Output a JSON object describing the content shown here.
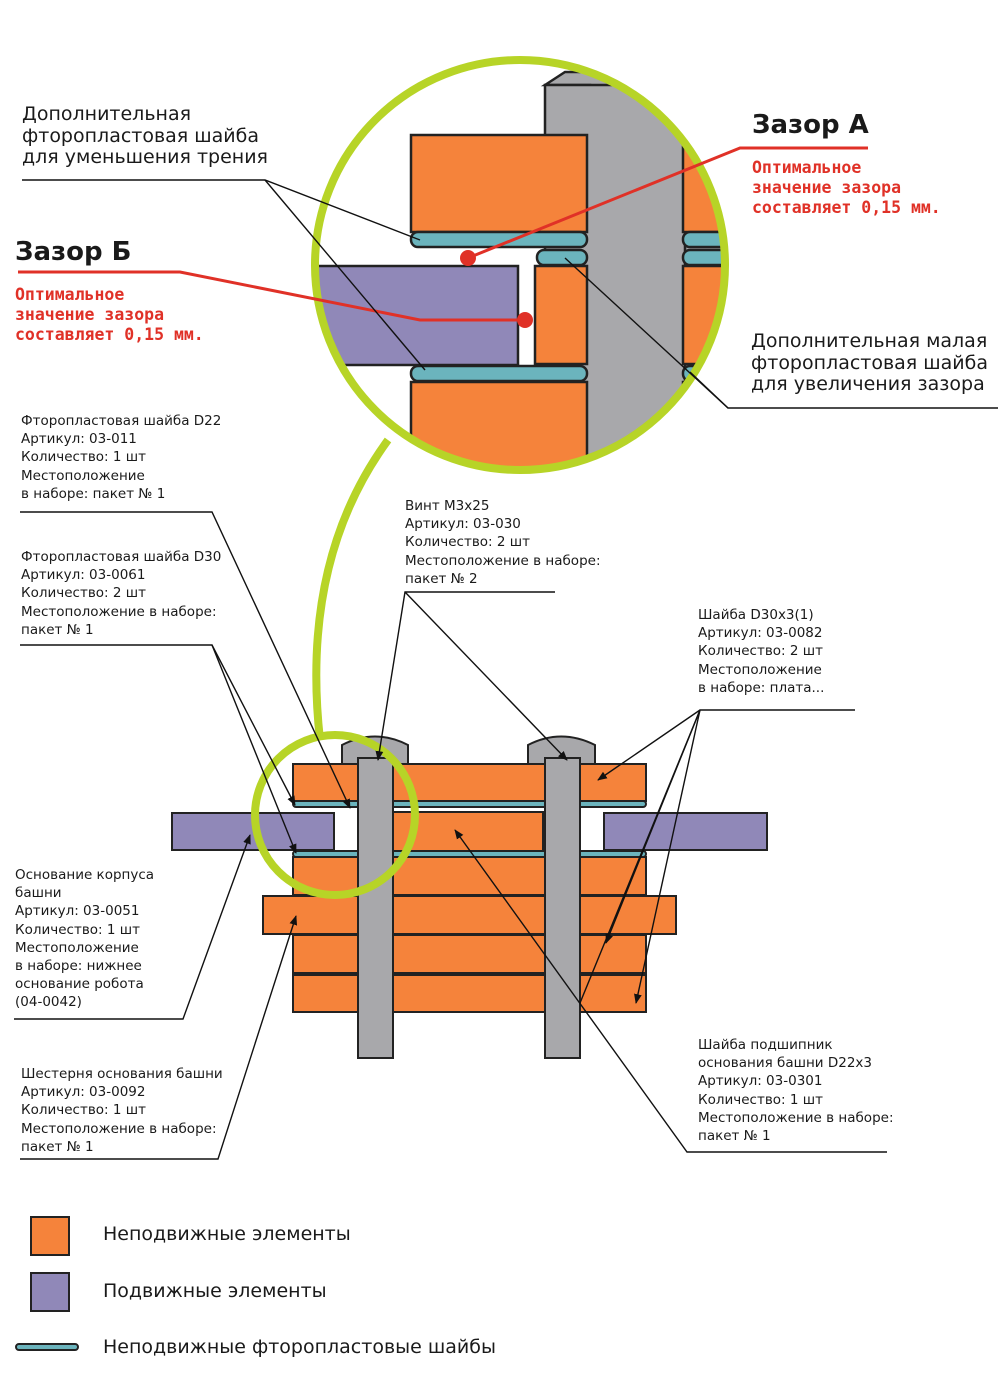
{
  "colors": {
    "fixed": "#f5833b",
    "moving": "#9088b8",
    "washer": "#6bb4bd",
    "screw": "#a8a8ab",
    "ring": "#b7d427",
    "accent": "#e03127"
  },
  "callouts": {
    "gap_a": {
      "title": "Зазор А",
      "note": "Оптимальное\nзначение зазора\nсоставляет 0,15 мм."
    },
    "gap_b": {
      "title": "Зазор Б",
      "note": "Оптимальное\nзначение зазора\nсоставляет 0,15 мм."
    },
    "extra_washer": "Дополнительная\nфторопластовая шайба\nдля уменьшения трения",
    "small_washer": "Дополнительная малая\nфторопластовая шайба\nдля увеличения зазора"
  },
  "parts": {
    "washer_d22": "Фторопластовая шайба D22\nАртикул: 03-011\nКоличество: 1 шт\nМестоположение\nв наборе: пакет № 1",
    "washer_d30": "Фторопластовая шайба D30\nАртикул: 03-0061\nКоличество: 2 шт\nМестоположение в наборе:\nпакет № 1",
    "screw": "Винт М3х25\nАртикул: 03-030\nКоличество: 2 шт\nМестоположение в наборе:\nпакет № 2",
    "washer_d30x3": "Шайба D30x3(1)\nАртикул: 03-0082\nКоличество: 2 шт\nМестоположение\nв наборе: плата...",
    "tower_base": "Основание корпуса\nбашни\nАртикул: 03-0051\nКоличество: 1 шт\nМестоположение\nв наборе: нижнее\nоснование робота\n(04-0042)",
    "bearing_washer": "Шайба подшипник\nоснования башни D22x3\nАртикул: 03-0301\nКоличество: 1 шт\nМестоположение в наборе:\nпакет № 1",
    "gear": "Шестерня основания башни\nАртикул: 03-0092\nКоличество: 1 шт\nМестоположение в наборе:\nпакет № 1"
  },
  "legend": {
    "fixed": "Неподвижные элементы",
    "moving": "Подвижные элементы",
    "washers": "Неподвижные фторопластовые шайбы"
  }
}
